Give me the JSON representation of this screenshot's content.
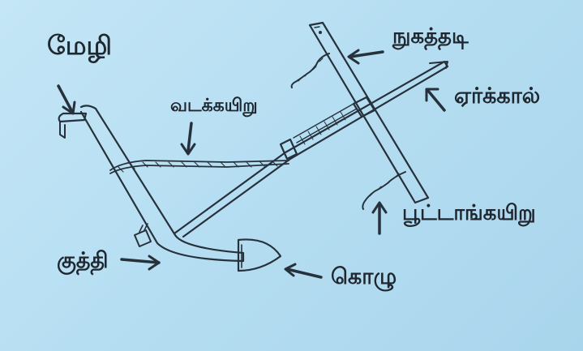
{
  "labels": {
    "handle": "மேழி",
    "rope": "வடக்கயிறு",
    "yoke": "நுகத்தடி",
    "beam": "ஏர்க்கால்",
    "yoke_rope": "பூட்டாங்கயிறு",
    "peg": "குத்தி",
    "ploughshare": "கொழு"
  },
  "colors": {
    "paper": "#b9dff2",
    "ink": "#27313c"
  }
}
